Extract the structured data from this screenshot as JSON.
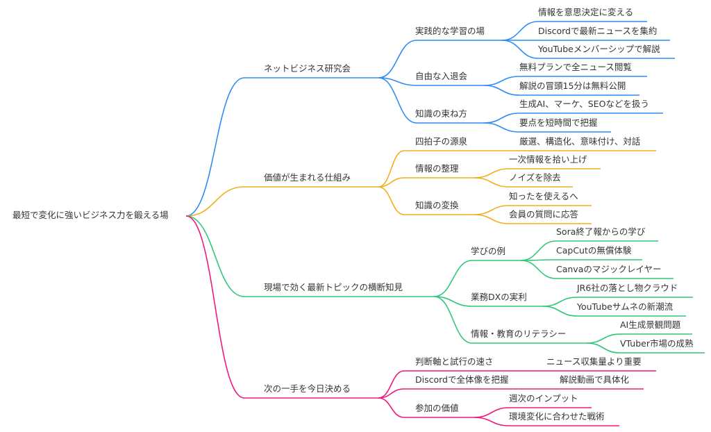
{
  "colors": {
    "blue": "#2e8cf5",
    "orange": "#f3ae1c",
    "green": "#2fc77a",
    "pink": "#f0187a",
    "text": "#333333"
  },
  "root": "最短で変化に強いビジネス力を鍛える場",
  "branches": [
    {
      "label": "ネットビジネス研究会",
      "children": [
        {
          "label": "実践的な学習の場",
          "children": [
            "情報を意思決定に変える",
            "Discordで最新ニュースを集約",
            "YouTubeメンバーシップで解説"
          ]
        },
        {
          "label": "自由な入退会",
          "children": [
            "無料プランで全ニュース閲覧",
            "解説の冒頭15分は無料公開"
          ]
        },
        {
          "label": "知識の束ね方",
          "children": [
            "生成AI、マーケ、SEOなどを扱う",
            "要点を短時間で把握"
          ]
        }
      ]
    },
    {
      "label": "価値が生まれる仕組み",
      "children": [
        {
          "label": "四拍子の源泉",
          "children": [
            "厳選、構造化、意味付け、対話"
          ]
        },
        {
          "label": "情報の整理",
          "children": [
            "一次情報を拾い上げ",
            "ノイズを除去"
          ]
        },
        {
          "label": "知識の変換",
          "children": [
            "知ったを使えるへ",
            "会員の質問に応答"
          ]
        }
      ]
    },
    {
      "label": "現場で効く最新トピックの横断知見",
      "children": [
        {
          "label": "学びの例",
          "children": [
            "Sora終了報からの学び",
            "CapCutの無償体験",
            "Canvaのマジックレイヤー"
          ]
        },
        {
          "label": "業務DXの実利",
          "children": [
            "JR6社の落とし物クラウド",
            "YouTubeサムネの新潮流"
          ]
        },
        {
          "label": "情報・教育のリテラシー",
          "children": [
            "AI生成景観問題",
            "VTuber市場の成熟"
          ]
        }
      ]
    },
    {
      "label": "次の一手を今日決める",
      "children": [
        {
          "label": "判断軸と試行の速さ",
          "children": [
            "ニュース収集量より重要"
          ]
        },
        {
          "label": "Discordで全体像を把握",
          "children": [
            "解説動画で具体化"
          ]
        },
        {
          "label": "参加の価値",
          "children": [
            "週次のインプット",
            "環境変化に合わせた戦術"
          ]
        }
      ]
    }
  ]
}
